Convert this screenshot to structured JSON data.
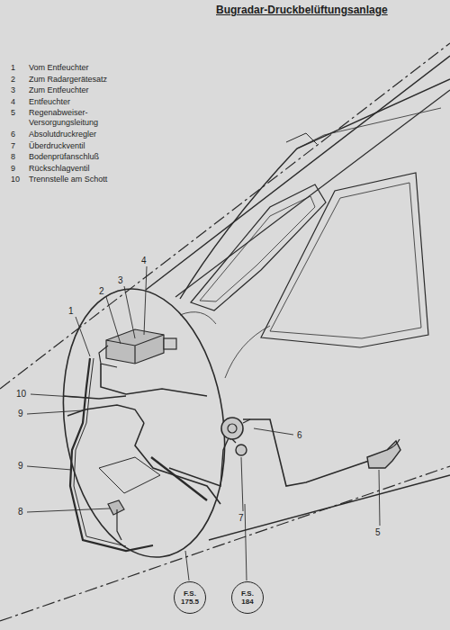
{
  "diagram": {
    "title": "Bugradar-Druckbelüftungsanlage",
    "nodes": [
      {
        "text": [
          "F.S. 175.5"
        ]
      },
      {
        "text": [
          "F.S. 184"
        ]
      }
    ],
    "labels": [
      "1",
      "Vom Entfeuchter",
      "2",
      "Zum Radargerätesatz",
      "3",
      "Zum Entfeuchter",
      "4",
      "Entfeuchter",
      "5",
      "Regenabweiser- Versorgungsleitung",
      "6",
      "Absolutdruckregler",
      "7",
      "Überdruckventil",
      "8",
      "Bodenprüfanschluß",
      "9",
      "Rückschlagventil",
      "10",
      "Trennstelle am Schott",
      "1",
      "2",
      "3",
      "4",
      "10",
      "9",
      "9",
      "8",
      "6",
      "7",
      "5"
    ]
  }
}
